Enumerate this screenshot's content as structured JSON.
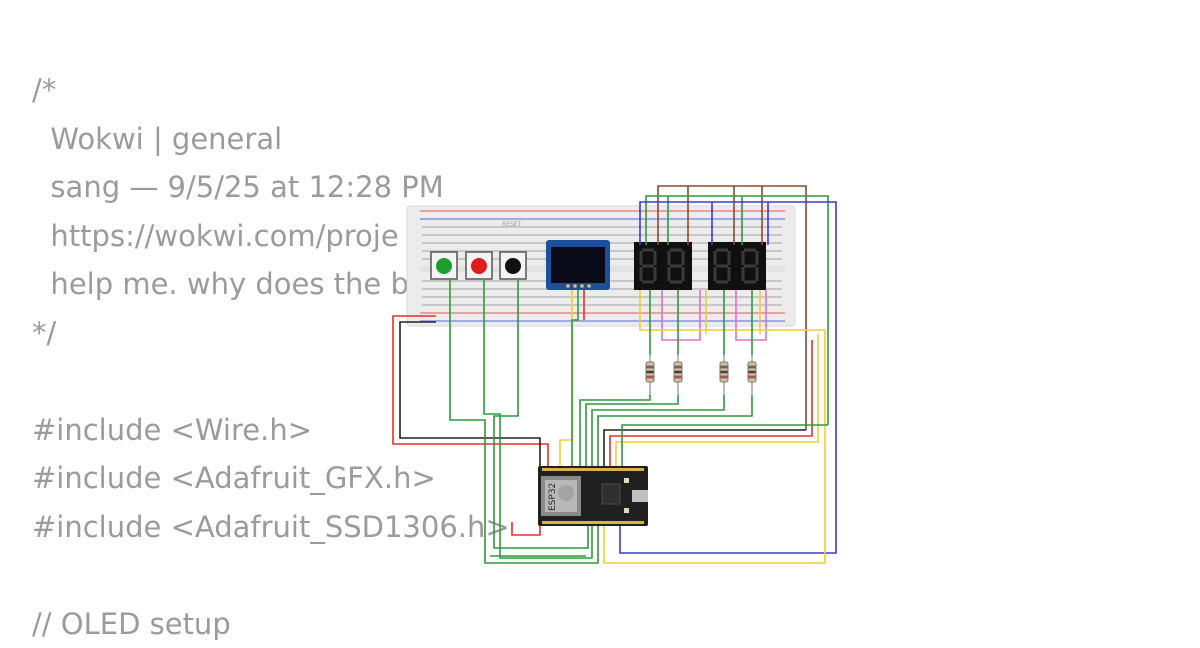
{
  "code_lines": [
    "/*",
    "  Wokwi | general",
    "  sang — 9/5/25 at 12:28 PM",
    "  https://wokwi.com/proje",
    "  help me. why does the b",
    "*/",
    "",
    "#include <Wire.h>",
    "#include <Adafruit_GFX.h>",
    "#include <Adafruit_SSD1306.h>",
    "",
    "// OLED setup"
  ],
  "diagram": {
    "board_label": "ESP32",
    "breadboard_label": "RESET",
    "buttons": [
      {
        "name": "green",
        "color": "#1e9e2e"
      },
      {
        "name": "red",
        "color": "#e01b1b"
      },
      {
        "name": "black",
        "color": "#111111"
      }
    ],
    "wire_colors": {
      "green": "#2e9a3a",
      "red": "#e0322c",
      "black": "#222222",
      "yellow": "#f0cc3c",
      "blue": "#3a3ad0",
      "brown": "#8b4a2b",
      "pink": "#e070c8"
    }
  }
}
